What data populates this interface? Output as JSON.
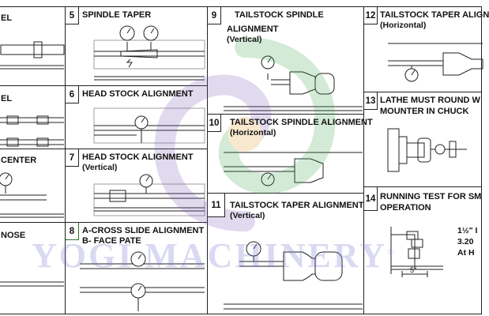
{
  "cells": {
    "c_left1": {
      "title": "EL"
    },
    "c_left2": {
      "title": "EL"
    },
    "c_left3": {
      "title": "CENTER"
    },
    "c_left4": {
      "title": "NOSE"
    },
    "c5": {
      "num": "5",
      "title": "SPINDLE TAPER"
    },
    "c6": {
      "num": "6",
      "title": "HEAD STOCK ALIGNMENT"
    },
    "c7": {
      "num": "7",
      "title": "HEAD STOCK ALIGNMENT",
      "sub": "(Vertical)"
    },
    "c8": {
      "num": "8",
      "title": "A-CROSS SLIDE ALIGNMENT",
      "sub": "B- FACE PATE"
    },
    "c9": {
      "num": "9",
      "title": "TAILSTOCK SPINDLE",
      "title2": "ALIGNMENT",
      "sub": "(Vertical)"
    },
    "c10": {
      "num": "10",
      "title": "TAILSTOCK SPINDLE ALIGNMENT",
      "sub": "(Horizontal)"
    },
    "c11": {
      "num": "11",
      "title": "TAILSTOCK TAPER ALIGNMENT",
      "sub": "(Vertical)"
    },
    "c12": {
      "num": "12",
      "title": "TAILSTOCK TAPER ALIGN",
      "sub": "(Horizontal)"
    },
    "c13": {
      "num": "13",
      "title": "LATHE MUST ROUND W",
      "title2": "MOUNTER IN CHUCK"
    },
    "c14": {
      "num": "14",
      "title": "RUNNING TEST FOR SM",
      "title2": "OPERATION"
    }
  },
  "c14_notes": {
    "line1": "1½\" I",
    "line2": "3.20",
    "line3": "At H",
    "dimension": "5\""
  },
  "watermark": {
    "text": "YOGI MACHINERY",
    "registered": "®"
  },
  "colors": {
    "border": "#222222",
    "watermark": "#7878d2",
    "logo_green": "#3aa54a",
    "logo_purple": "#7a5ab8",
    "logo_orange": "#e39a2d"
  },
  "icons": [
    "dial-gauge-icon",
    "logo-watermark-icon"
  ]
}
